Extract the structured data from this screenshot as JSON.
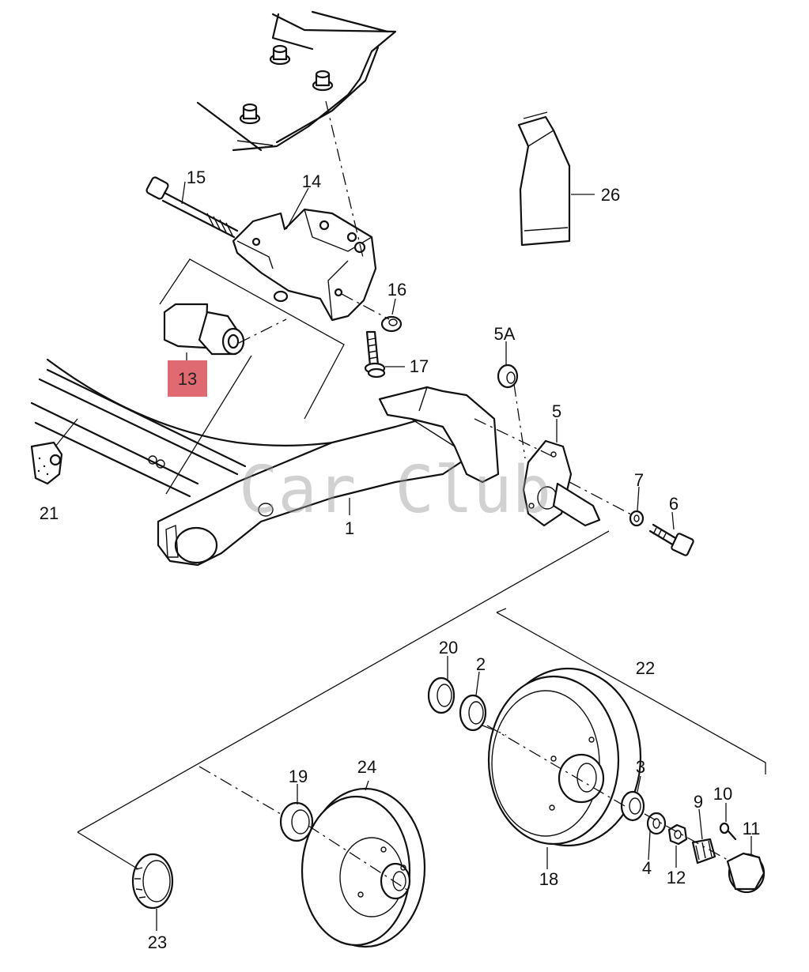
{
  "watermark": "Car Club",
  "highlight_color": "#e06a72",
  "labels": {
    "l1": "1",
    "l2": "2",
    "l3": "3",
    "l4": "4",
    "l5": "5",
    "l5a": "5A",
    "l6": "6",
    "l7": "7",
    "l9": "9",
    "l10": "10",
    "l11": "11",
    "l12": "12",
    "l13": "13",
    "l14": "14",
    "l15": "15",
    "l16": "16",
    "l17": "17",
    "l18": "18",
    "l19": "19",
    "l20": "20",
    "l21": "21",
    "l22": "22",
    "l23": "23",
    "l24": "24",
    "l26": "26"
  }
}
